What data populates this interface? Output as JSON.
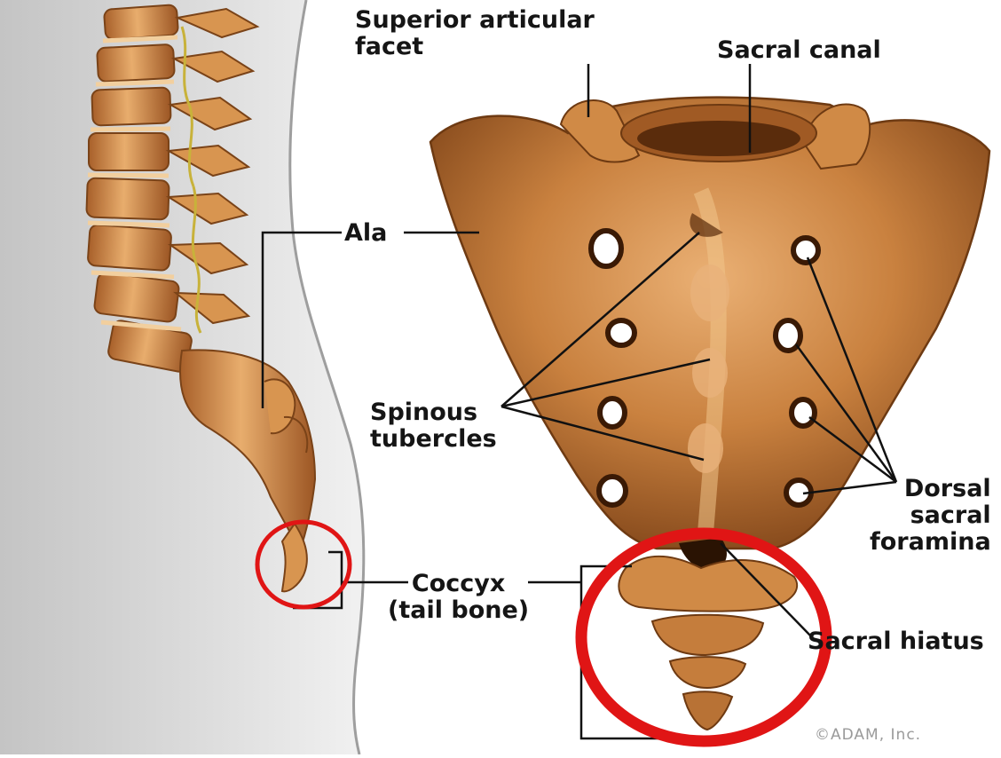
{
  "labels": {
    "superior_articular_facet": "Superior articular\nfacet",
    "sacral_canal": "Sacral canal",
    "ala": "Ala",
    "spinous_tubercles": "Spinous\ntubercles",
    "dorsal_sacral_foramina": "Dorsal\nsacral\nforamina",
    "coccyx": "Coccyx\n(tail bone)",
    "sacral_hiatus": "Sacral hiatus"
  },
  "watermark": "©ADAM, Inc.",
  "colors": {
    "bone": "#c9813f",
    "bone_light": "#e4a766",
    "bone_dark": "#7a4318",
    "body_shadow": "#d6d6d6",
    "highlight_circle": "#e01515",
    "leader_line": "#111111"
  }
}
